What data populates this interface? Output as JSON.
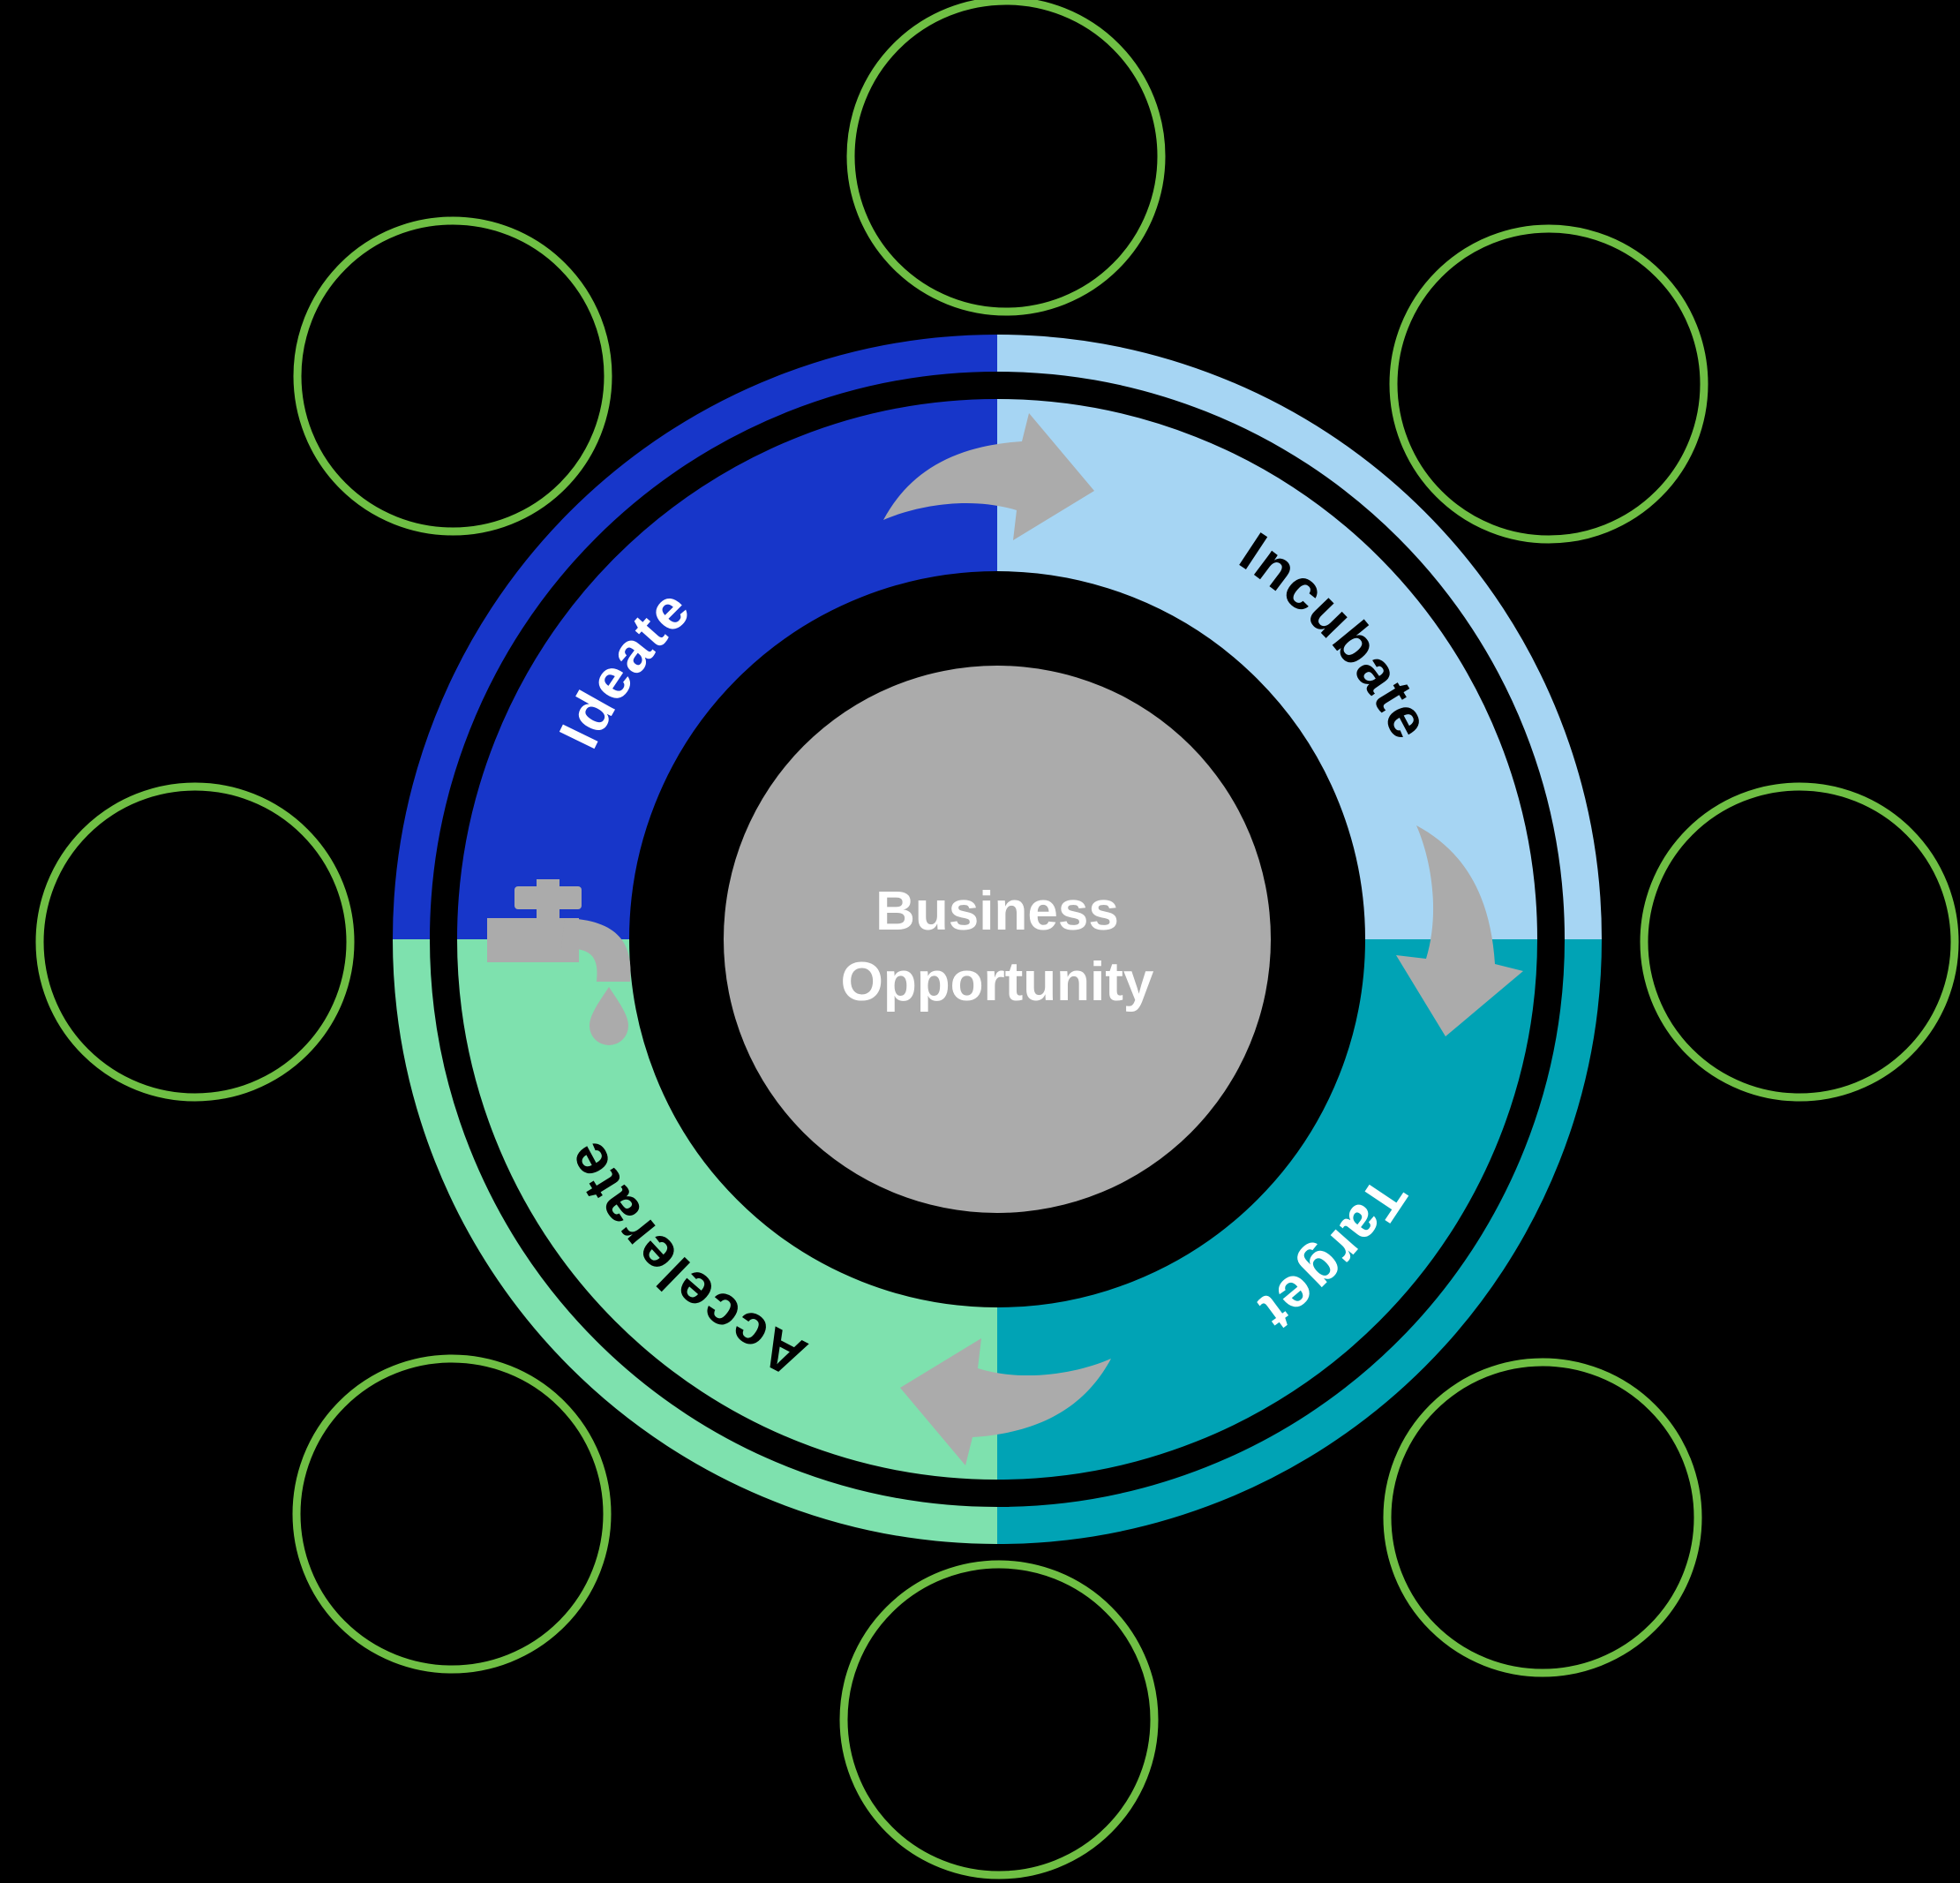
{
  "center_label": {
    "line1": "Business",
    "line2": "Opportunity"
  },
  "segments": [
    {
      "label": "Ideate",
      "color": "#1736C9",
      "text_color": "#FFFFFF",
      "position": "top-left"
    },
    {
      "label": "Incubate",
      "color": "#A6D5F3",
      "text_color": "#000000",
      "position": "top-right"
    },
    {
      "label": "Target",
      "color": "#00A3B5",
      "text_color": "#FFFFFF",
      "position": "bottom-right"
    },
    {
      "label": "Accelerate",
      "color": "#7EE1AE",
      "text_color": "#000000",
      "position": "bottom-left"
    }
  ],
  "icons": {
    "faucet": "faucet-icon",
    "water_drop": "water-drop-icon",
    "flow_arrow": "curved-arrow-icon"
  },
  "colors": {
    "background": "#000000",
    "center_circle": "#ABABAB",
    "center_text": "#FFFFFF",
    "gray_icon": "#ABABAB",
    "satellite_ring": "#6FBF44"
  },
  "satellite_circles": {
    "count": 8,
    "positions": [
      "top",
      "top-right",
      "right",
      "bottom-right",
      "bottom",
      "bottom-left",
      "left",
      "top-left"
    ]
  }
}
